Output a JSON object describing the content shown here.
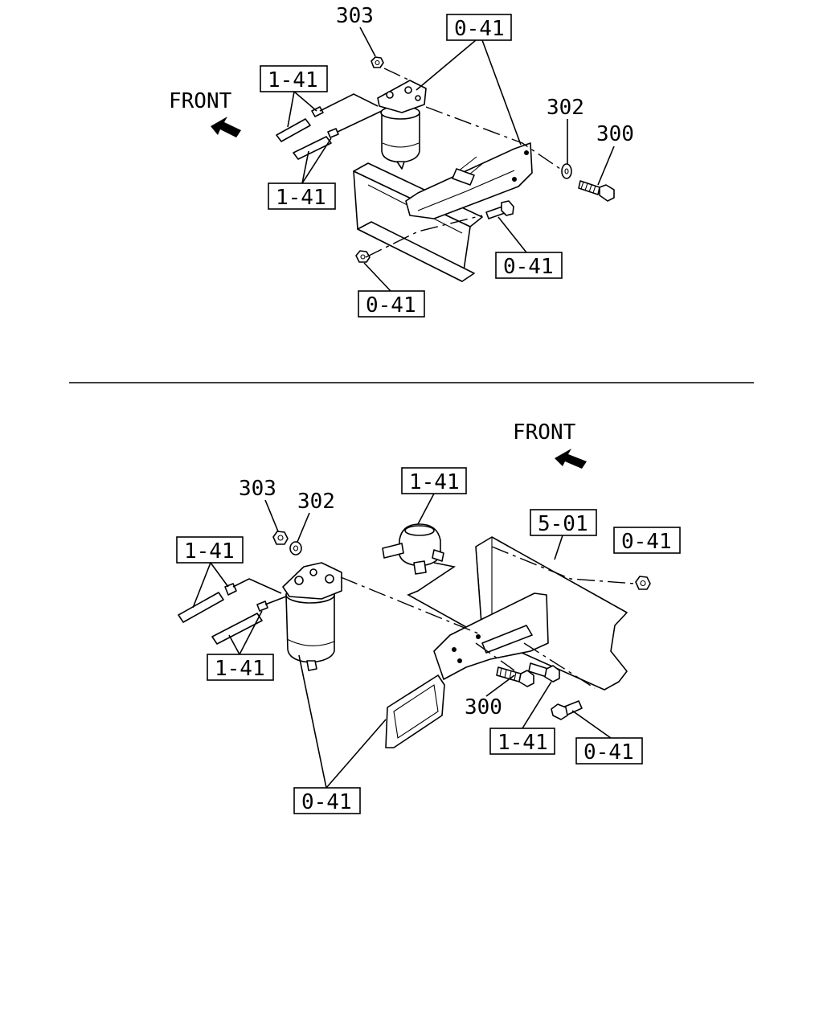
{
  "upper": {
    "front_label": "FRONT",
    "callouts": {
      "c303": "303",
      "c302": "302",
      "c300": "300",
      "box_041_top": "0-41",
      "box_141_a": "1-41",
      "box_141_b": "1-41",
      "box_041_right": "0-41",
      "box_041_bottom": "0-41"
    }
  },
  "lower": {
    "front_label": "FRONT",
    "callouts": {
      "c303": "303",
      "c302": "302",
      "c300": "300",
      "box_141_top": "1-41",
      "box_501": "5-01",
      "box_041_right": "0-41",
      "box_141_left_a": "1-41",
      "box_141_left_b": "1-41",
      "box_141_bottom": "1-41",
      "box_041_bolt": "0-41",
      "box_041_bottom": "0-41"
    }
  }
}
